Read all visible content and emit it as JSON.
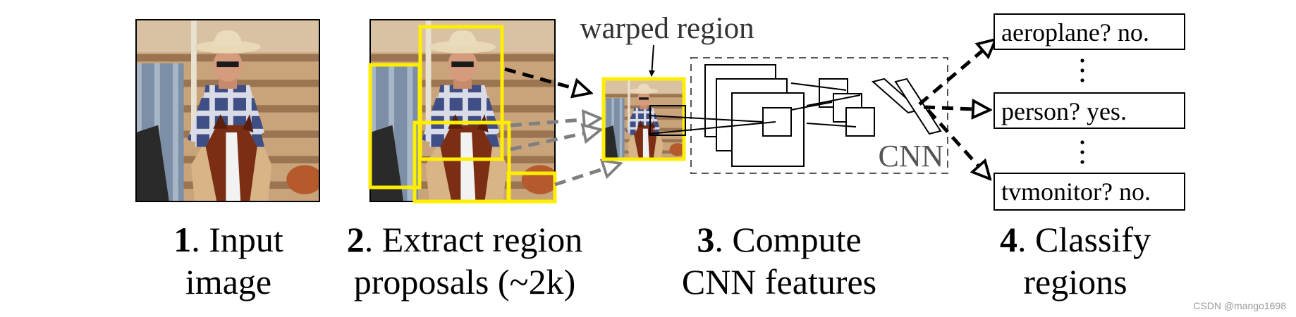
{
  "annotations": {
    "warped_region": "warped region",
    "cnn": "CNN"
  },
  "classes": [
    "aeroplane? no.",
    "person? yes.",
    "tvmonitor? no."
  ],
  "steps": [
    {
      "number": "1",
      "line1": ". Input",
      "line2": "image"
    },
    {
      "number": "2",
      "line1": ". Extract region",
      "line2": "proposals (~2k)"
    },
    {
      "number": "3",
      "line1": ". Compute",
      "line2": "CNN features"
    },
    {
      "number": "4",
      "line1": ". Classify",
      "line2": "regions"
    }
  ],
  "watermark": "CSDN @mango1698",
  "colors": {
    "proposal_box": "#ffee00",
    "dark_arrow": "#000000",
    "gray_arrow": "#7f7f7f",
    "cnn_frame": "#555555"
  }
}
